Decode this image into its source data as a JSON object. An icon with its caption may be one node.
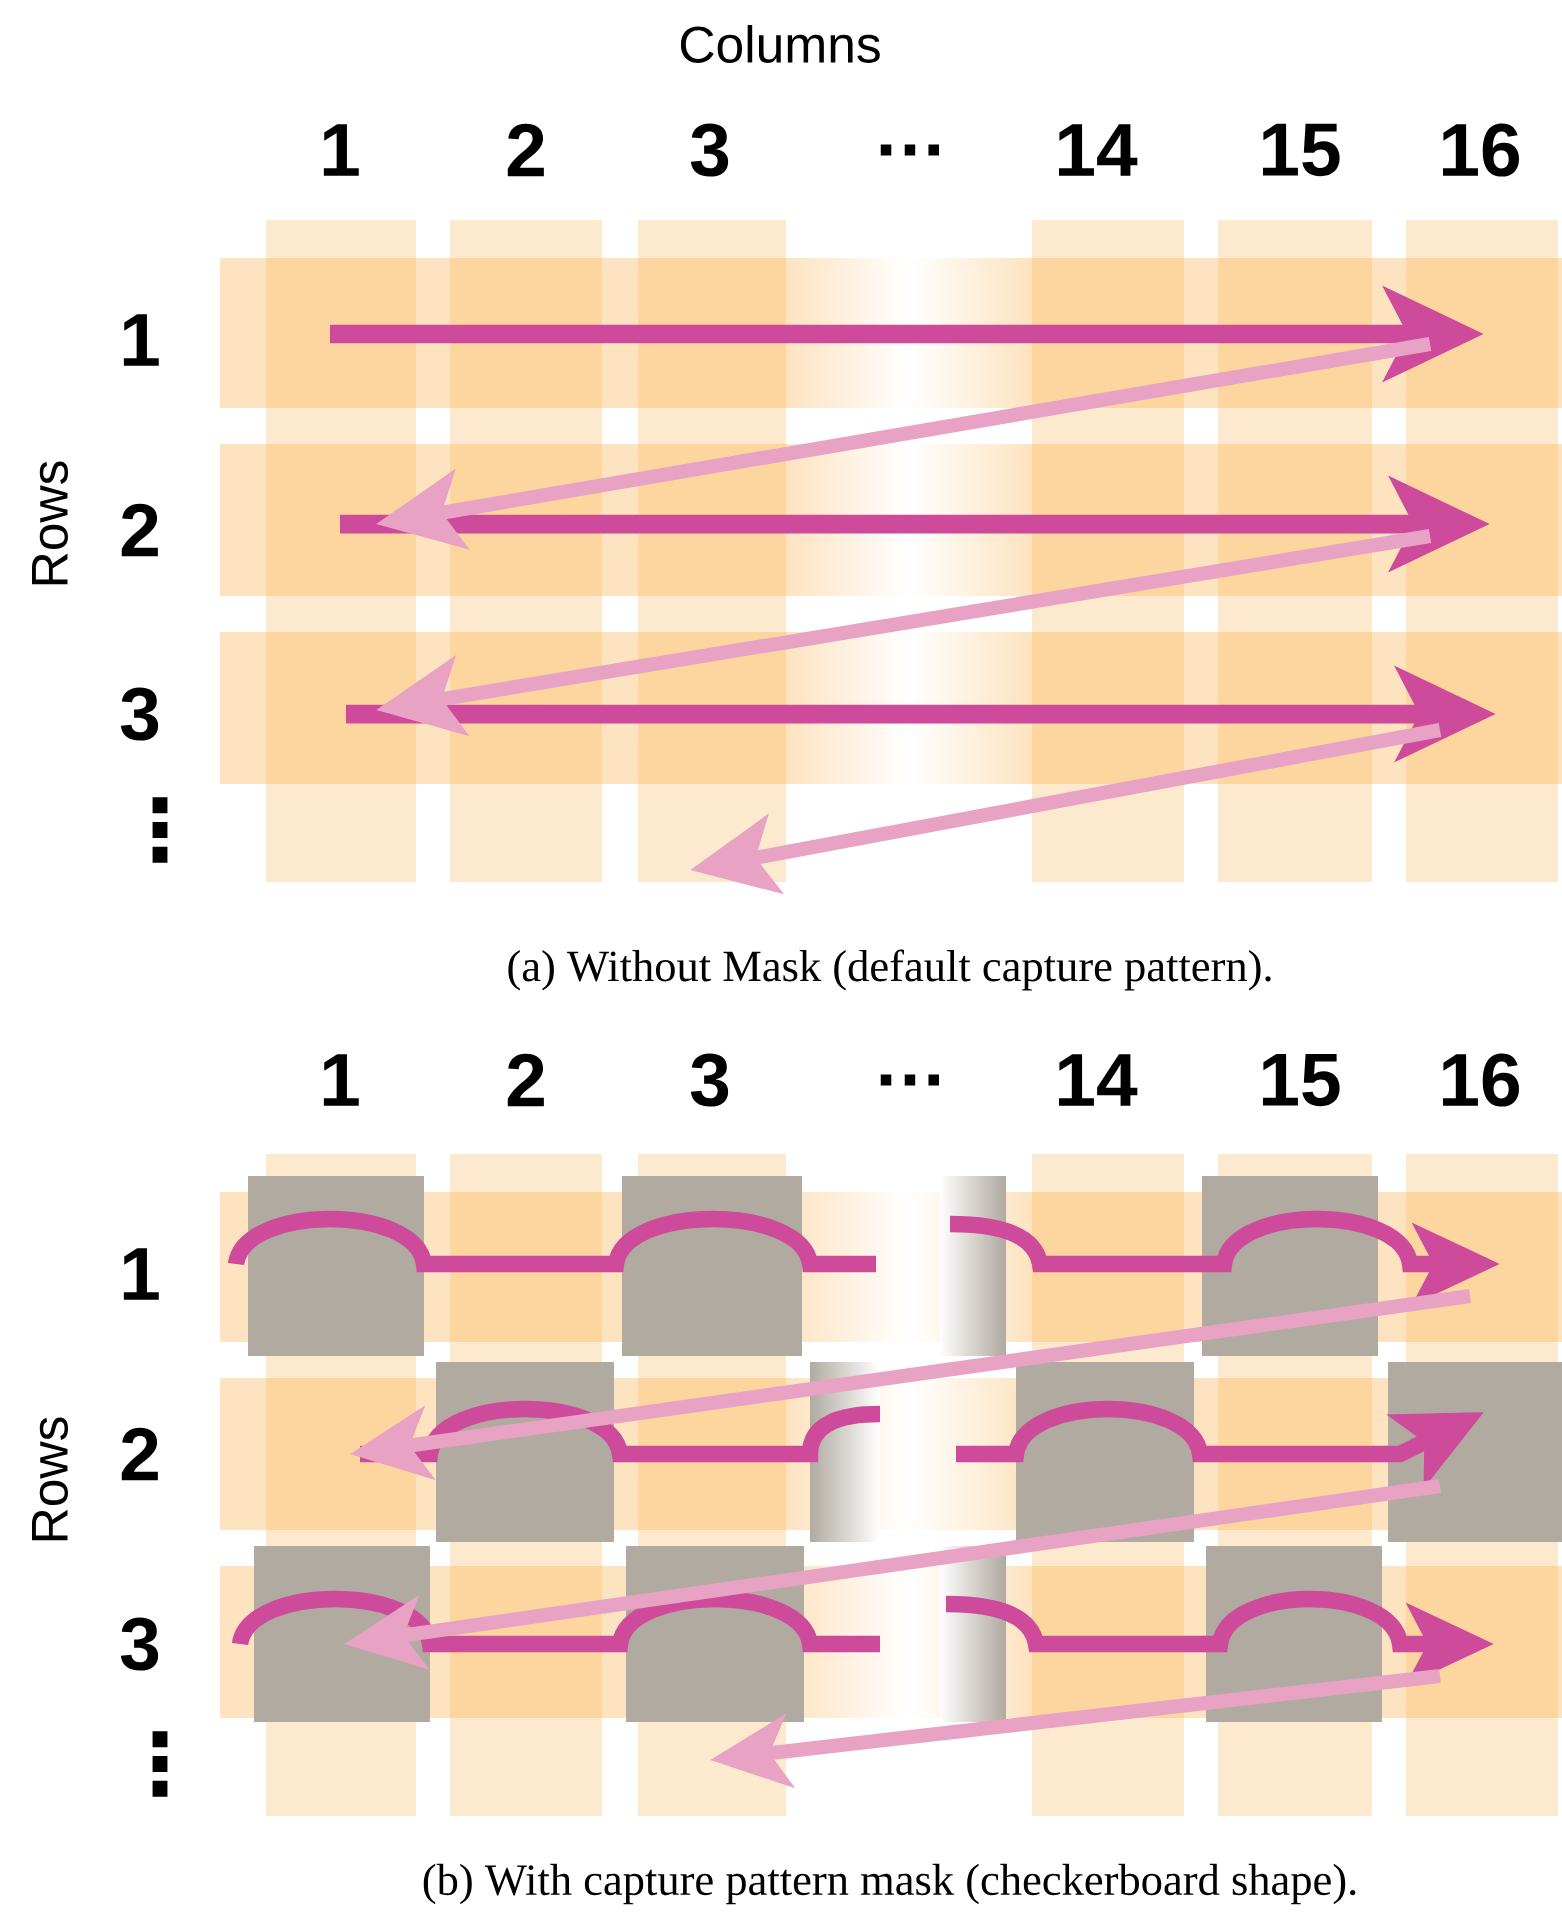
{
  "diagram": {
    "labels": [
      "Columns",
      "1",
      "2",
      "3",
      "…",
      "14",
      "15",
      "16",
      "Rows",
      "1",
      "2",
      "3",
      "⋮",
      "(a) Without Mask (default capture pattern).",
      "1",
      "2",
      "3",
      "…",
      "14",
      "15",
      "16",
      "Rows",
      "1",
      "2",
      "3",
      "⋮",
      "(b) With capture pattern mask (checkerboard shape)."
    ]
  }
}
